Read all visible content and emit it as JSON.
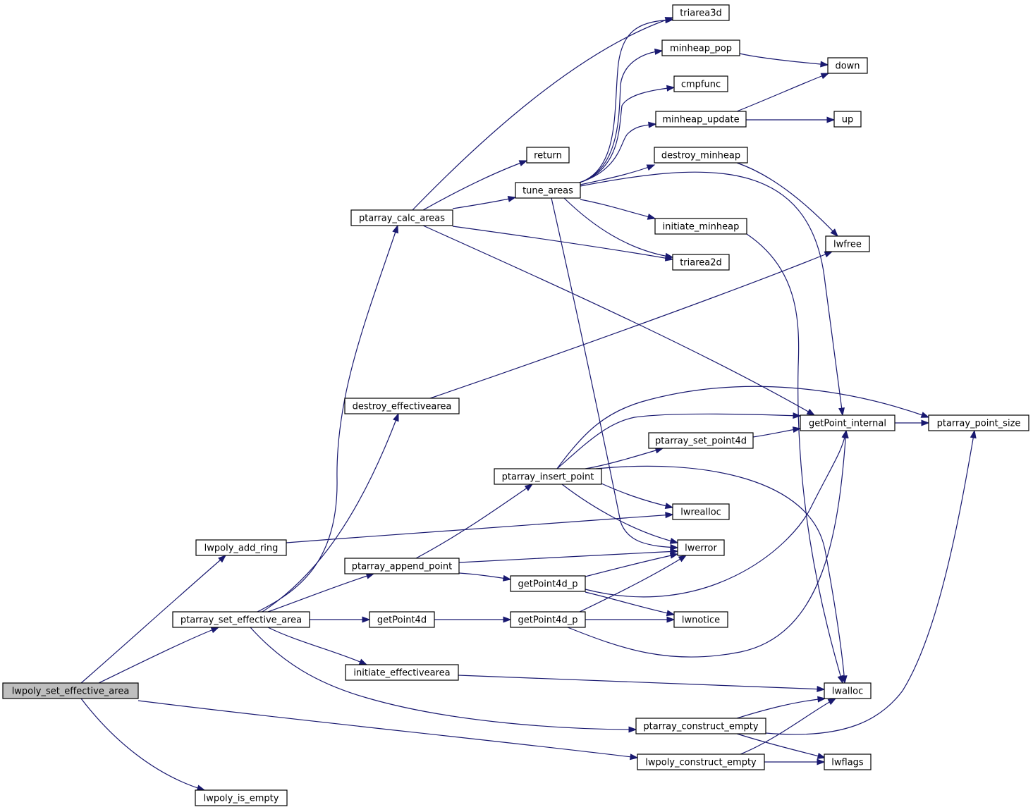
{
  "nodes": {
    "lwpoly_set_effective_area": "lwpoly_set_effective_area",
    "lwpoly_add_ring": "lwpoly_add_ring",
    "ptarray_set_effective_area": "ptarray_set_effective_area",
    "lwpoly_is_empty": "lwpoly_is_empty",
    "lwpoly_construct_empty": "lwpoly_construct_empty",
    "ptarray_calc_areas": "ptarray_calc_areas",
    "destroy_effectivearea": "destroy_effectivearea",
    "ptarray_append_point": "ptarray_append_point",
    "getPoint4d": "getPoint4d",
    "initiate_effectivearea": "initiate_effectivearea",
    "ptarray_construct_empty": "ptarray_construct_empty",
    "return": "return",
    "tune_areas": "tune_areas",
    "ptarray_insert_point": "ptarray_insert_point",
    "getPoint4d_p_a": "getPoint4d_p",
    "getPoint4d_p_b": "getPoint4d_p",
    "triarea3d": "triarea3d",
    "minheap_pop": "minheap_pop",
    "cmpfunc": "cmpfunc",
    "minheap_update": "minheap_update",
    "destroy_minheap": "destroy_minheap",
    "initiate_minheap": "initiate_minheap",
    "triarea2d": "triarea2d",
    "ptarray_set_point4d": "ptarray_set_point4d",
    "lwrealloc": "lwrealloc",
    "lwerror": "lwerror",
    "lwnotice": "lwnotice",
    "down": "down",
    "up": "up",
    "lwfree": "lwfree",
    "getPoint_internal": "getPoint_internal",
    "ptarray_point_size": "ptarray_point_size",
    "lwalloc": "lwalloc",
    "lwflags": "lwflags"
  },
  "colors": {
    "edge": "#191970",
    "root_fill": "#bfbfbf",
    "node_fill": "#ffffff",
    "node_border": "#000000"
  }
}
